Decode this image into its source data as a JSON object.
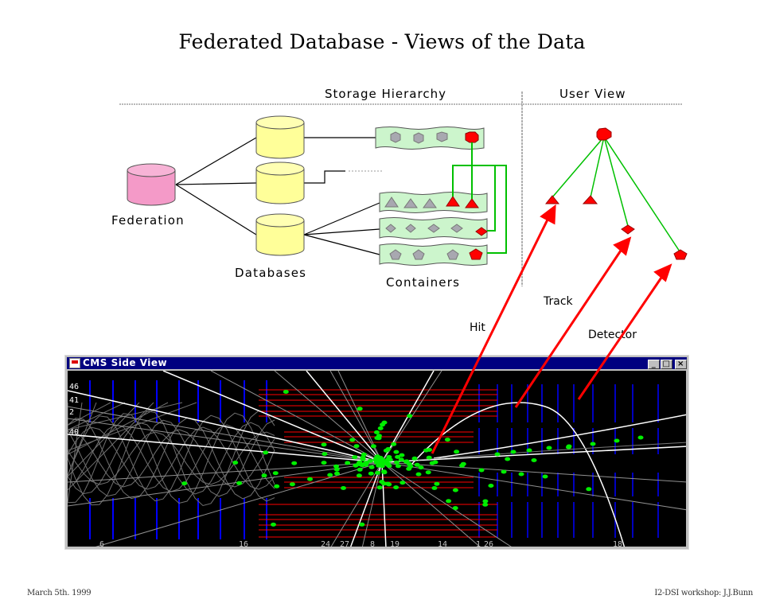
{
  "slide": {
    "title": "Federated Database - Views of the Data",
    "footer_left": "March 5th. 1999",
    "footer_right": "I2-DSI workshop: J.J.Bunn"
  },
  "storage_hierarchy": {
    "header": "Storage Hierarchy",
    "federation_label": "Federation",
    "databases_label": "Databases",
    "containers_label": "Containers",
    "colors": {
      "federation": "#f49ac8",
      "database": "#ffff99",
      "container": "#ccf5cc",
      "object_gray": "#a8a8b0",
      "object_selected": "#ff0000",
      "association": "#00c000"
    },
    "containers": [
      {
        "shape": "octagon",
        "count": 4,
        "selected_index": 3
      },
      {
        "shape": "triangle",
        "count": 5,
        "selected_indices": [
          3,
          4
        ]
      },
      {
        "shape": "diamond",
        "count": 5,
        "selected_index": 4
      },
      {
        "shape": "pentagon",
        "count": 4,
        "selected_index": 3
      }
    ]
  },
  "user_view": {
    "header": "User View",
    "root": "octagon",
    "children": [
      "triangle",
      "triangle",
      "diamond",
      "pentagon"
    ]
  },
  "annotations": {
    "hit": "Hit",
    "track": "Track",
    "detector": "Detector",
    "arrow_color": "#ff0000"
  },
  "cms_window": {
    "title": "CMS Side View",
    "buttons": {
      "minimize": "_",
      "maximize": "□",
      "close": "×"
    },
    "left_labels": [
      "46",
      "41",
      "2",
      "40"
    ],
    "bottom_labels": [
      "6",
      "16",
      "24",
      "27",
      "8",
      "19",
      "14",
      "1",
      "26",
      "18"
    ]
  }
}
